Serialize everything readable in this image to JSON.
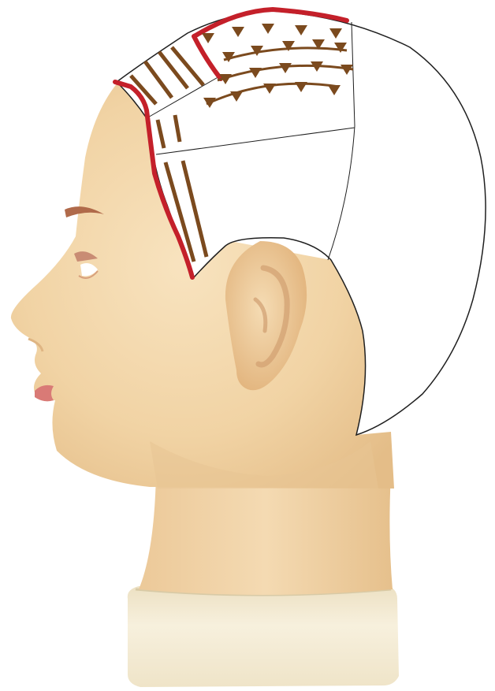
{
  "diagram": {
    "subject": "mannequin-head-profile",
    "colors": {
      "skin_light": "#f6dfb8",
      "skin_mid": "#efcf9f",
      "skin_shadow": "#dcb07a",
      "ear_shadow": "#d9a874",
      "hair_cap_fill": "#ffffff",
      "outline": "#1f1f1f",
      "parting_line": "#c4202a",
      "stroke_mark": "#7b4a1e",
      "lip": "#d97a76",
      "eyebrow": "#b06a4a",
      "eye_white": "#ffffff",
      "eyelid": "#c98c74",
      "collar": "#f4ecd6",
      "collar_shadow": "#e3d7b7"
    },
    "sections": [
      {
        "id": "top-front",
        "pattern": "triangles"
      },
      {
        "id": "fringe-diagonal",
        "pattern": "diagonal-lines"
      },
      {
        "id": "side-upper",
        "pattern": "vertical-short-lines"
      },
      {
        "id": "side-lower",
        "pattern": "vertical-long-lines"
      },
      {
        "id": "back",
        "pattern": "none"
      }
    ]
  }
}
